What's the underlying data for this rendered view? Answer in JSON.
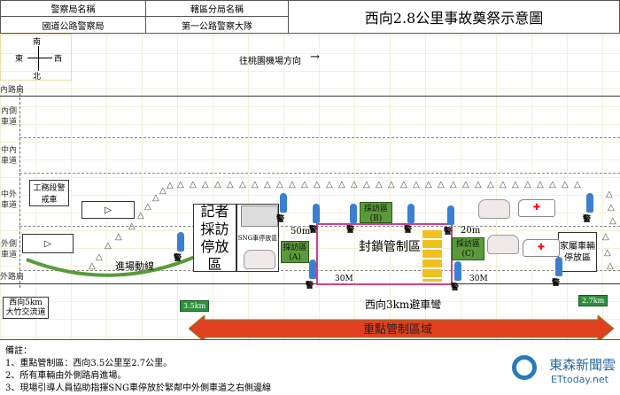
{
  "header": {
    "col1_label": "警察局名稱",
    "col1_value": "國道公路警察局",
    "col2_label": "轄區分局名稱",
    "col2_value": "第一公路警察大隊",
    "title": "西向2.8公里事故奠祭示意圖"
  },
  "compass": {
    "n": "南",
    "s": "北",
    "e": "東",
    "w": "西"
  },
  "direction": {
    "label": "往桃園機場方向",
    "arrow": "→"
  },
  "lanes": [
    "內路肩",
    "內側車道",
    "中內車道",
    "中外車道",
    "外側車道",
    "外路肩"
  ],
  "labels": {
    "work_vehicle": "工務段警戒車",
    "entry_route": "進場動線",
    "press_area": "記者採訪停放區",
    "sng_area": "SNG車停放區",
    "blockade": "封鎖管制區",
    "family_area": "家屬車輛停放區",
    "interview_a": "採訪區\n(A)",
    "interview_b": "採訪區\n(B)",
    "interview_c": "採訪區\n(C)",
    "dist_50m": "50m",
    "dist_20m": "20m",
    "dist_30m_left": "30M",
    "dist_30m_right": "30M",
    "refuge_bay": "西向3km避車彎",
    "police": "警",
    "interchange": "西向5km\n大竹交流道",
    "km_35": "3.5km",
    "km_27": "2.7km",
    "key_zone": "重點管制區域"
  },
  "notes": {
    "title": "備註：",
    "items": [
      "1、重點管制區：西向3.5公里至2.7公里。",
      "2、所有車輛由外側路肩進場。",
      "3、現場引導人員協助指揮SNG車停放於緊鄰中外側車道之右側邊線"
    ]
  },
  "logo": {
    "name": "東森新聞雲",
    "url": "ETtoday.net"
  }
}
